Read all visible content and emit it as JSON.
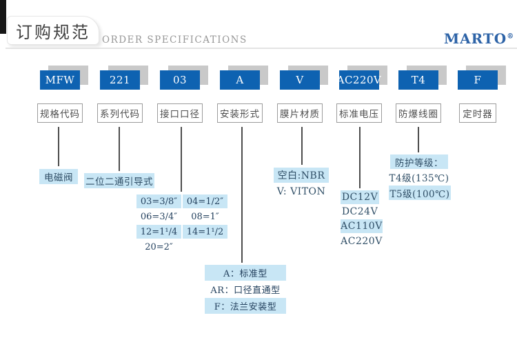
{
  "header": {
    "title_cn": "订购规范",
    "title_en": "ORDER SPECIFICATIONS",
    "brand": "MARTO",
    "reg_mark": "®"
  },
  "code_row": {
    "codes": [
      "MFW",
      "221",
      "03",
      "A",
      "V",
      "AC220V",
      "T4",
      "F"
    ],
    "labels": [
      "规格代码",
      "系列代码",
      "接口口径",
      "安装形式",
      "膜片材质",
      "标准电压",
      "防爆线圈",
      "定时器"
    ]
  },
  "options": {
    "spec_code": "电磁阀",
    "series_code": "二位二通引导式",
    "port_sizes": [
      [
        "03=3/8″",
        "04=1/2″"
      ],
      [
        "06=3/4″",
        "08=1″"
      ],
      [
        "12=1¹/4",
        "14=1¹/2"
      ],
      [
        "20=2″",
        ""
      ]
    ],
    "mount_types": [
      "A：标准型",
      "AR：口径直通型",
      "F：法兰安装型"
    ],
    "diaphragm": [
      "空白:NBR",
      "V: VITON"
    ],
    "voltages": [
      "DC12V",
      "DC24V",
      "AC110V",
      "AC220V"
    ],
    "coil": [
      "防护等级：",
      "T4级(135℃)",
      "T5级(100℃)"
    ]
  },
  "colors": {
    "code_box_blue": "#0e62b1",
    "highlight_blue": "#c8e6f5",
    "brand_blue": "#2d63a7"
  }
}
